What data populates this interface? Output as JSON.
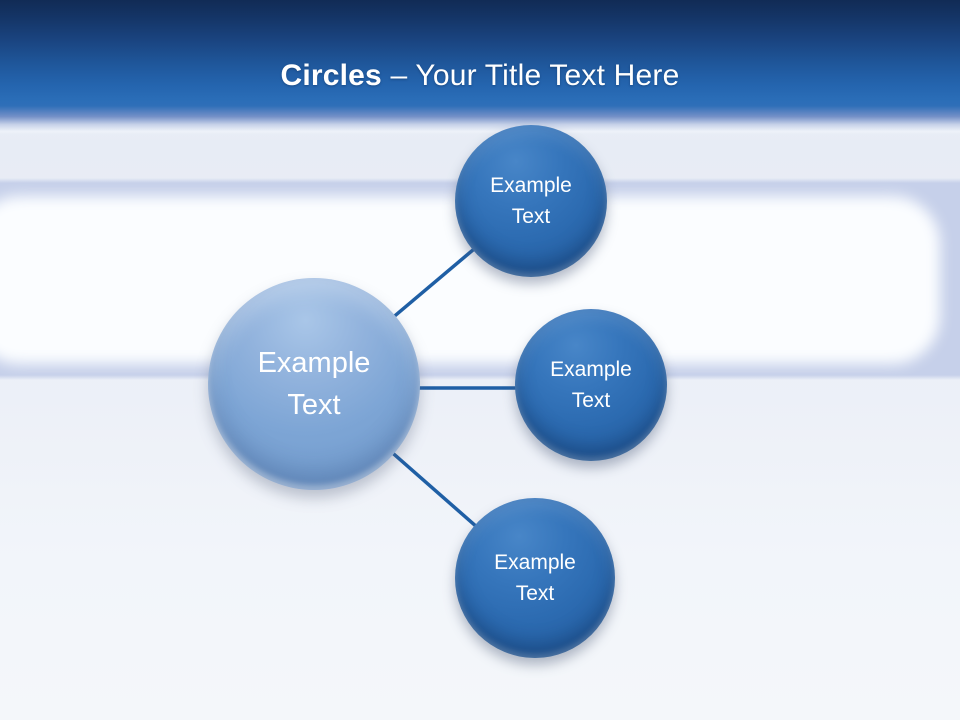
{
  "title": {
    "bold_part": "Circles",
    "regular_part": "– Your Title Text Here"
  },
  "diagram": {
    "hub": {
      "label": "Example Text"
    },
    "spokes": [
      {
        "position": "top",
        "label": "Example Text"
      },
      {
        "position": "middle",
        "label": "Example Text"
      },
      {
        "position": "bottom",
        "label": "Example Text"
      }
    ]
  },
  "colors": {
    "banner_top": "#112b55",
    "banner_blue": "#2a6db7",
    "title_text": "#ffffff",
    "band_lavender": "#c6d0ea",
    "panel_fill": "#fbfdff",
    "hub_fill": "#7da5d5",
    "spoke_fill": "#2c6bb1",
    "connector": "#1f5fa5",
    "label_text": "#ffffff"
  }
}
